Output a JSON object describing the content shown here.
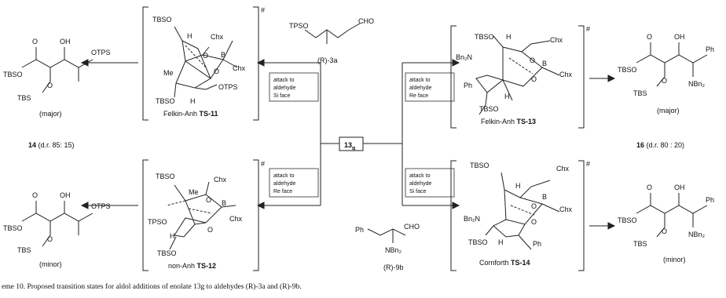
{
  "scheme": {
    "center_label": "13",
    "center_sub": "g",
    "top_left_ts": {
      "substituents": [
        "TBSO",
        "H",
        "Chx",
        "O",
        "B",
        "O",
        "Chx",
        "Me",
        "OTPS",
        "TBSO",
        "H"
      ],
      "label": "Felkin-Anh ",
      "label_bold": "TS-11"
    },
    "bottom_left_ts": {
      "substituents": [
        "TBSO",
        "Me",
        "Chx",
        "B",
        "O",
        "O",
        "Chx",
        "TPSO",
        "H",
        "TBSO"
      ],
      "label": "non-Anh ",
      "label_bold": "TS-12"
    },
    "top_right_ts": {
      "substituents": [
        "TBSO",
        "H",
        "Chx",
        "Bn₂N",
        "O",
        "B",
        "O",
        "Chx",
        "Ph",
        "H",
        "TBSO"
      ],
      "label": "Felkin-Anh ",
      "label_bold": "TS-13"
    },
    "bottom_right_ts": {
      "substituents": [
        "TBSO",
        "Chx",
        "H",
        "B",
        "O",
        "O",
        "Chx",
        "Bn₂N",
        "TBSO",
        "H",
        "Ph"
      ],
      "label": "Cornforth ",
      "label_bold": "TS-14"
    },
    "aldehyde_3a": {
      "labels": [
        "TPSO",
        "CHO"
      ],
      "name": "(R)-3a"
    },
    "aldehyde_9b": {
      "labels": [
        "Ph",
        "CHO",
        "NBn₂"
      ],
      "name": "(R)-9b"
    },
    "attack_boxes": {
      "tl": [
        "attack to",
        "aldehyde",
        "Si face"
      ],
      "bl": [
        "attack to",
        "aldehyde",
        "Re face"
      ],
      "tr": [
        "attack to",
        "aldehyde",
        "Re face"
      ],
      "br": [
        "attack to",
        "aldehyde",
        "Si face"
      ]
    },
    "product_14_major": {
      "labels": [
        "O",
        "OH",
        "OTPS",
        "TBSO",
        "O",
        "TBS"
      ],
      "tag": "(major)"
    },
    "product_14_minor": {
      "labels": [
        "O",
        "OH",
        "OTPS",
        "TBSO",
        "O",
        "TBS"
      ],
      "tag": "(minor)"
    },
    "product_16_major": {
      "labels": [
        "O",
        "OH",
        "Ph",
        "TBSO",
        "O",
        "NBn₂",
        "TBS"
      ],
      "tag": "(major)"
    },
    "product_16_minor": {
      "labels": [
        "O",
        "OH",
        "Ph",
        "TBSO",
        "O",
        "NBn₂",
        "TBS"
      ],
      "tag": "(minor)"
    },
    "dr_14": {
      "num": "14",
      "text": " (d.r. 85: 15)"
    },
    "dr_16": {
      "num": "16",
      "text": " (d.r. 80 : 20)"
    },
    "ts_marker": "#"
  },
  "caption": "eme 10. Proposed transition states for aldol additions of enolate 13g to aldehydes (R)-3a and (R)-9b."
}
